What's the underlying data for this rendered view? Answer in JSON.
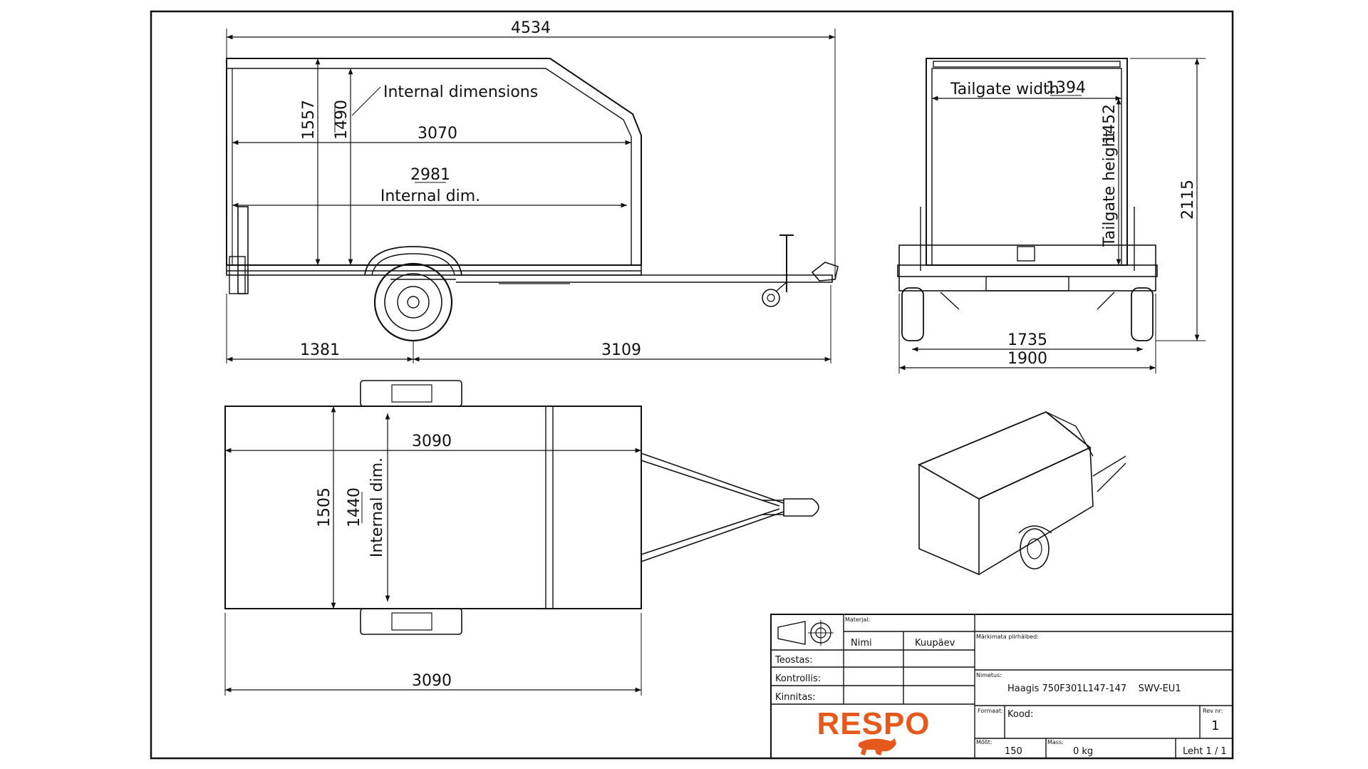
{
  "side_view": {
    "overall_length": "4534",
    "internal_height": "1490",
    "external_height": "1557",
    "internal_dimensions_label": "Internal dimensions",
    "body_length": "3070",
    "internal_length": "2981",
    "internal_dim_label": "Internal dim.",
    "rear_to_axle": "1381",
    "axle_to_hitch": "3109"
  },
  "rear_view": {
    "tailgate_width_label": "Tailgate width",
    "tailgate_width": "1394",
    "tailgate_height_label": "Tailgate height",
    "tailgate_height": "1452",
    "overall_height": "2115",
    "track_width": "1735",
    "overall_width": "1900"
  },
  "top_view": {
    "body_length": "3090",
    "external_width": "1505",
    "internal_width": "1440",
    "internal_dim_label": "Internal dim.",
    "bottom_length": "3090"
  },
  "title_block": {
    "materjal_label": "Materjal:",
    "nimi_label": "Nimi",
    "kuupaev_label": "Kuupäev",
    "markimata_label": "Märkimata piirhälbed:",
    "teostas_label": "Teostas:",
    "kontrollis_label": "Kontrollis:",
    "kinnitas_label": "Kinnitas:",
    "nimetus_label": "Nimetus:",
    "nimetus_value": "Haagis 750F301L147-147    SWV-EU1",
    "formaat_label": "Formaat:",
    "kood_label": "Kood:",
    "rev_label": "Rev nr:",
    "rev_value": "1",
    "mootkava_label": "Mõõt:",
    "scale_value": "150",
    "mass_label": "Mass:",
    "mass_value": "0 kg",
    "sheet_value": "Leht 1 / 1",
    "logo_text": "RESPO"
  },
  "colors": {
    "logo": "#e55a1c",
    "line": "#111111"
  }
}
